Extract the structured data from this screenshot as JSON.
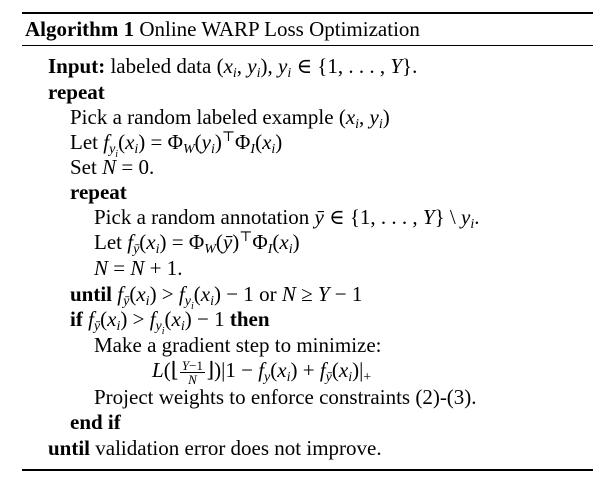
{
  "algorithm": {
    "label": "Algorithm 1",
    "title": "Online WARP Loss Optimization"
  },
  "lines": {
    "input_kw": "Input:",
    "input_text": "labeled data",
    "repeat1": "repeat",
    "pick_example": "Pick a random labeled example",
    "let1": "Let",
    "set": "Set",
    "repeat2": "repeat",
    "pick_annotation": "Pick a random annotation",
    "let2": "Let",
    "until1_kw": "until",
    "or_text": "or",
    "if_kw": "if",
    "then_kw": "then",
    "gradient": "Make a gradient step to minimize:",
    "project": "Project weights to enforce constraints (2)-(3).",
    "endif_kw": "end if",
    "until2_kw": "until",
    "until2_text": "validation error does not improve."
  }
}
